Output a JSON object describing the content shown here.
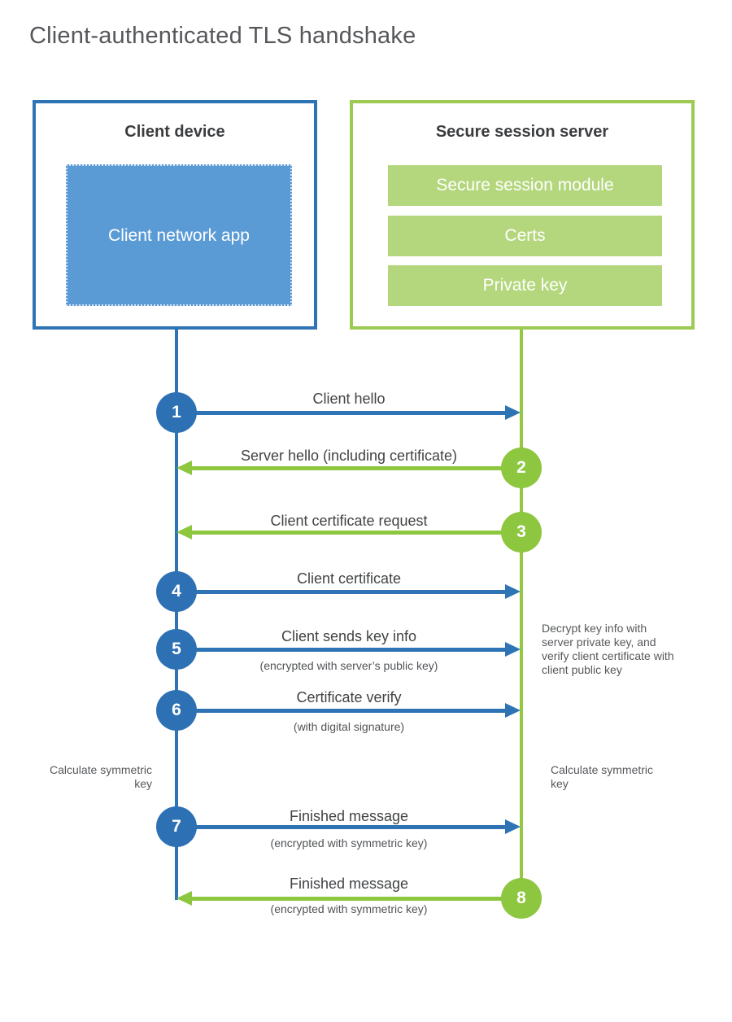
{
  "title": "Client-authenticated TLS handshake",
  "client": {
    "title": "Client device",
    "app_label": "Client network app"
  },
  "server": {
    "title": "Secure session server",
    "modules": [
      "Secure session module",
      "Certs",
      "Private key"
    ]
  },
  "steps": [
    {
      "num": "1",
      "label": "Client hello",
      "direction": "right",
      "actor": "client"
    },
    {
      "num": "2",
      "label": "Server hello (including certificate)",
      "direction": "left",
      "actor": "server"
    },
    {
      "num": "3",
      "label": "Client certificate request",
      "direction": "left",
      "actor": "server"
    },
    {
      "num": "4",
      "label": "Client certificate",
      "direction": "right",
      "actor": "client"
    },
    {
      "num": "5",
      "label": "Client sends key info",
      "sub": "(encrypted with server’s public key)",
      "direction": "right",
      "actor": "client"
    },
    {
      "num": "6",
      "label": "Certificate verify",
      "sub": "(with digital signature)",
      "direction": "right",
      "actor": "client"
    },
    {
      "num": "7",
      "label": "Finished message",
      "sub": "(encrypted with symmetric key)",
      "direction": "right",
      "actor": "client"
    },
    {
      "num": "8",
      "label": "Finished message",
      "sub": "(encrypted with symmetric key)",
      "direction": "left",
      "actor": "server"
    }
  ],
  "notes": {
    "decrypt": "Decrypt key info with server private key, and verify client certificate with client public key",
    "calculate_left": "Calculate symmetric key",
    "calculate_right": "Calculate symmetric key"
  },
  "colors": {
    "blue": "#2e74b5",
    "blue_fill": "#5b9bd5",
    "green": "#8dc63f",
    "green_border": "#9cca52",
    "green_fill": "#b4d77d",
    "text_dark": "#414345",
    "text_gray": "#56585b"
  }
}
